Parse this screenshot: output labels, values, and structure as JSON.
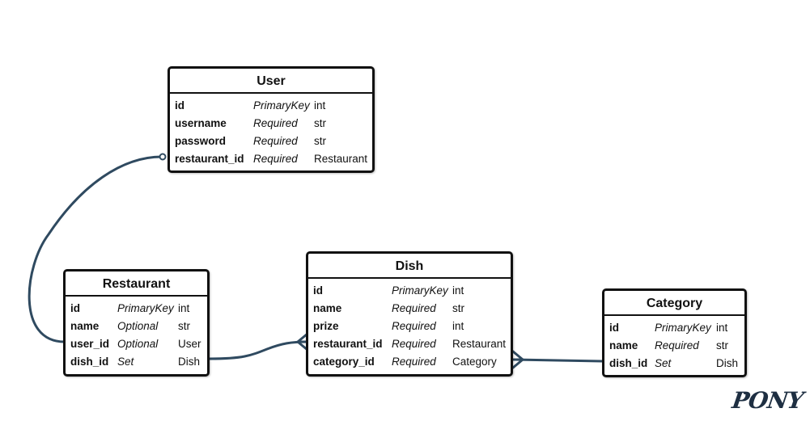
{
  "entities": {
    "user": {
      "title": "User",
      "attributes": [
        {
          "name": "id",
          "kind": "PrimaryKey",
          "type": "int"
        },
        {
          "name": "username",
          "kind": "Required",
          "type": "str"
        },
        {
          "name": "password",
          "kind": "Required",
          "type": "str"
        },
        {
          "name": "restaurant_id",
          "kind": "Required",
          "type": "Restaurant"
        }
      ]
    },
    "restaurant": {
      "title": "Restaurant",
      "attributes": [
        {
          "name": "id",
          "kind": "PrimaryKey",
          "type": "int"
        },
        {
          "name": "name",
          "kind": "Optional",
          "type": "str"
        },
        {
          "name": "user_id",
          "kind": "Optional",
          "type": "User"
        },
        {
          "name": "dish_id",
          "kind": "Set",
          "type": "Dish"
        }
      ]
    },
    "dish": {
      "title": "Dish",
      "attributes": [
        {
          "name": "id",
          "kind": "PrimaryKey",
          "type": "int"
        },
        {
          "name": "name",
          "kind": "Required",
          "type": "str"
        },
        {
          "name": "prize",
          "kind": "Required",
          "type": "int"
        },
        {
          "name": "restaurant_id",
          "kind": "Required",
          "type": "Restaurant"
        },
        {
          "name": "category_id",
          "kind": "Required",
          "type": "Category"
        }
      ]
    },
    "category": {
      "title": "Category",
      "attributes": [
        {
          "name": "id",
          "kind": "PrimaryKey",
          "type": "int"
        },
        {
          "name": "name",
          "kind": "Required",
          "type": "str"
        },
        {
          "name": "dish_id",
          "kind": "Set",
          "type": "Dish"
        }
      ]
    }
  },
  "relationships": [
    {
      "from": "Restaurant.user_id",
      "to": "User.restaurant_id",
      "from_end": "one",
      "to_end": "optional-one"
    },
    {
      "from": "Restaurant.dish_id",
      "to": "Dish.restaurant_id",
      "from_end": "one",
      "to_end": "many"
    },
    {
      "from": "Category.dish_id",
      "to": "Dish.category_id",
      "from_end": "one",
      "to_end": "many"
    }
  ],
  "colors": {
    "connector": "#2f4a60",
    "border": "#111111",
    "logo": "#1e2f42"
  },
  "logo": {
    "text": "PONY"
  }
}
